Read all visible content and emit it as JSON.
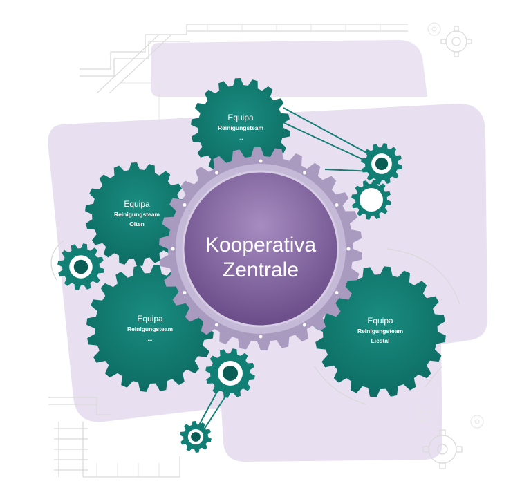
{
  "center": {
    "line1": "Kooperativa",
    "line2": "Zentrale"
  },
  "teams": [
    {
      "title": "Equipa",
      "line1": "Reinigungsteam",
      "line2": "..."
    },
    {
      "title": "Equipa",
      "line1": "Reinigungsteam",
      "line2": "Olten"
    },
    {
      "title": "Equipa",
      "line1": "Reinigungsteam",
      "line2": "..."
    },
    {
      "title": "Equipa",
      "line1": "Reinigungsteam",
      "line2": "Liestal"
    }
  ],
  "colors": {
    "teal": "#127f74",
    "teal_dark": "#0a5d55",
    "center_purple": "#8a6aa6",
    "center_ring": "#a99bbf",
    "background_shape": "#e7def0"
  }
}
